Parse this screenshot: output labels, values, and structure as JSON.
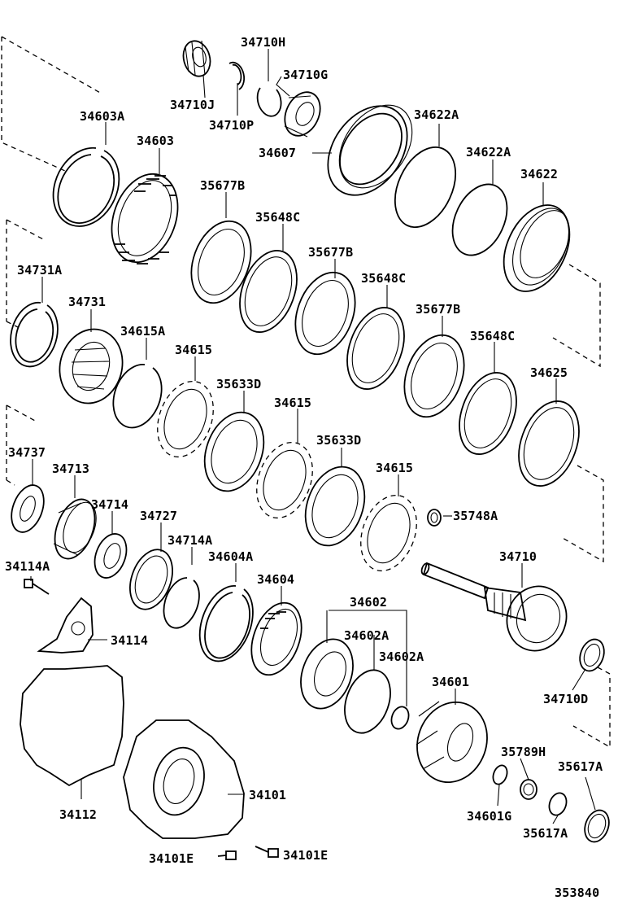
{
  "diagram": {
    "catalog_number": "353840",
    "part_labels": [
      "34710H",
      "34710G",
      "34710J",
      "34710P",
      "34603A",
      "34603",
      "34607",
      "34622A",
      "34622A",
      "34622",
      "35677B",
      "35648C",
      "35677B",
      "35648C",
      "35677B",
      "35648C",
      "34731A",
      "34731",
      "34615A",
      "34615",
      "35633D",
      "34615",
      "35633D",
      "34615",
      "34625",
      "34737",
      "34713",
      "34714",
      "34727",
      "34714A",
      "34604A",
      "34604",
      "35748A",
      "34710",
      "34114A",
      "34114",
      "34602",
      "34602A",
      "34602A",
      "34601",
      "34710D",
      "34112",
      "34101",
      "35789H",
      "35617A",
      "34601G",
      "35617A",
      "34101E",
      "34101E"
    ]
  }
}
